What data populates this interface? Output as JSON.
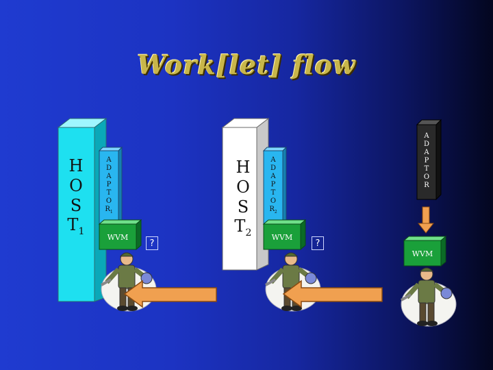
{
  "title": "Work[let] flow",
  "host1": {
    "letters": [
      "H",
      "O",
      "S",
      "T"
    ],
    "subscript": "1"
  },
  "host2": {
    "letters": [
      "H",
      "O",
      "S",
      "T"
    ],
    "subscript": "2"
  },
  "adaptor1": {
    "letters": [
      "A",
      "D",
      "A",
      "P",
      "T",
      "O",
      "R"
    ],
    "subscript": "1"
  },
  "adaptor2": {
    "letters": [
      "A",
      "D",
      "A",
      "P",
      "T",
      "O",
      "R"
    ],
    "subscript": "2"
  },
  "adaptor3": {
    "letters": [
      "A",
      "D",
      "A",
      "P",
      "T",
      "O",
      "R"
    ]
  },
  "wvm_label": "WVM",
  "question_mark": "?",
  "colors": {
    "host1": "#1ee0f0",
    "host2": "#ffffff",
    "adaptor1": "#29b6f0",
    "adaptor2": "#29b6f0",
    "adaptor3": "#2a2a2a",
    "wvm": "#1aa03a",
    "arrow": "#f0a050"
  }
}
